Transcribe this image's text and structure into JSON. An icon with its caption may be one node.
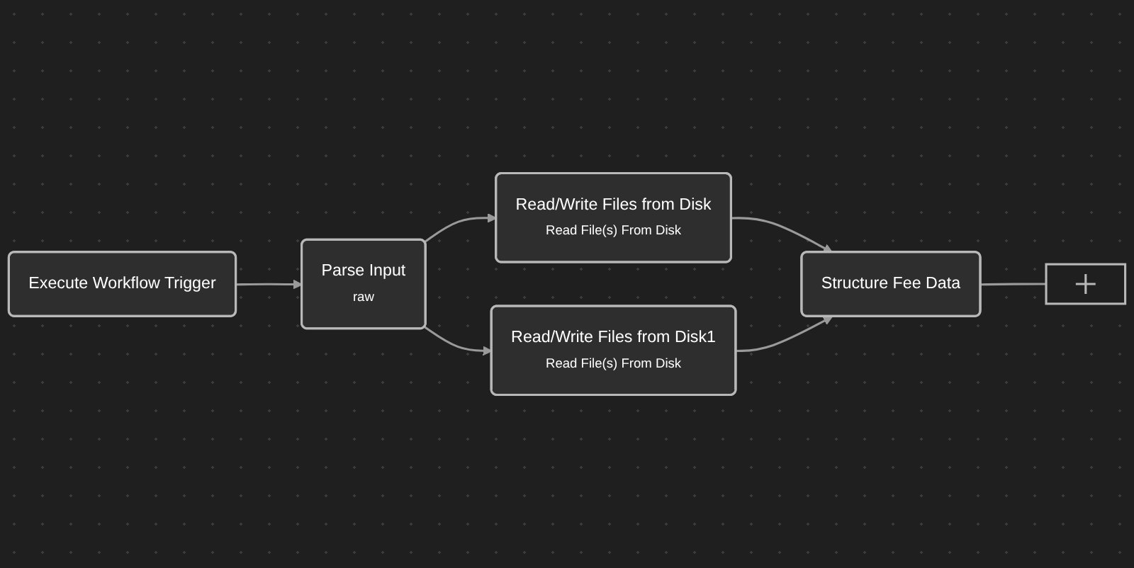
{
  "diagram": {
    "nodes": [
      {
        "text": [
          "Execute Workflow Trigger"
        ]
      },
      {
        "text": [
          "Parse Input",
          "raw"
        ]
      },
      {
        "text": [
          "Read/Write Files from Disk",
          "Read File(s) From Disk"
        ]
      },
      {
        "text": [
          "Read/Write Files from Disk1",
          "Read File(s) From Disk"
        ]
      },
      {
        "text": [
          "Structure Fee Data"
        ]
      },
      {
        "text": [],
        "shape": "box"
      }
    ],
    "edges": [
      {
        "from": 0,
        "to": 1,
        "arrow": "to"
      },
      {
        "from": 1,
        "to": 2,
        "arrow": "to"
      },
      {
        "from": 1,
        "to": 3,
        "arrow": "to"
      },
      {
        "from": 2,
        "to": 4,
        "arrow": "to"
      },
      {
        "from": 3,
        "to": 4,
        "arrow": "to"
      },
      {
        "from": 4,
        "to": 5,
        "arrow": "none"
      }
    ]
  }
}
